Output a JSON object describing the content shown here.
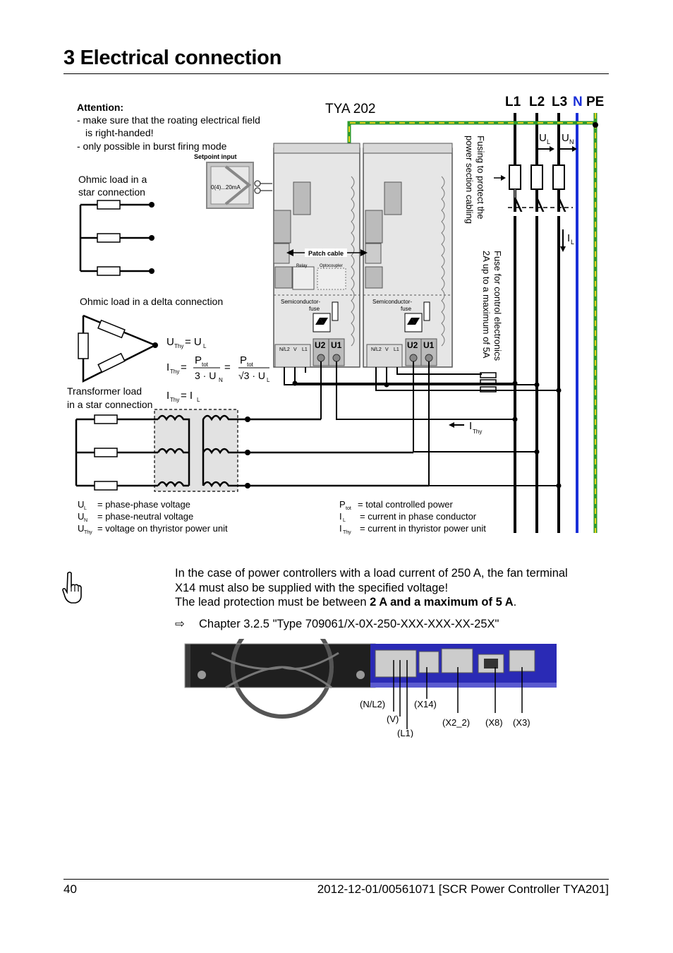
{
  "heading": "3 Electrical connection",
  "diagram": {
    "attention_title": "Attention:",
    "attention_line1": "- make sure that the roating electrical field",
    "attention_line2": "is right-handed!",
    "attention_line3": "- only possible in burst firing mode",
    "setpoint_input": "Setpoint input",
    "setpoint_range": "0(4)...20mA",
    "device_name": "TYA 202",
    "phase_l1": "L1",
    "phase_l2": "L2",
    "phase_l3": "L3",
    "phase_n": "N",
    "phase_pe": "PE",
    "ul_symbol": "U",
    "ul_sub": "L",
    "un_symbol": "U",
    "un_sub": "N",
    "il_symbol": "I",
    "il_sub": "L",
    "fusing_line1": "Fusing to protect the",
    "fusing_line2": "power section cabling",
    "fuse_ctrl_line1": "Fuse for control electronics",
    "fuse_ctrl_line2": "2A up to a maximum of 5A",
    "star_line1": "Ohmic load in a",
    "star_line2": "star connection",
    "delta_label": "Ohmic load in a delta connection",
    "transformer_line1": "Transformer load",
    "transformer_line2": "in a star connection",
    "patch_cable": "Patch cable",
    "relay": "Relay",
    "optocoupler": "Optocoupler",
    "semiconductor_line1": "Semiconductor-",
    "semiconductor_line2": "fuse",
    "terminal_u2": "U2",
    "terminal_u1": "U1",
    "terminal_nl2": "N/L2",
    "terminal_v": "V",
    "terminal_l1": "L1",
    "ithy_symbol": "I",
    "ithy_sub": "Thy",
    "formula_uthy_sub": "Thy",
    "formula_ul": "= U",
    "formula_eq": "=",
    "formula_ptot": "P",
    "formula_tot_sub": "tot",
    "formula_den1": "3 · U",
    "formula_den2": "√3 · U",
    "formula_n_sub": "N",
    "formula_l_sub": "L",
    "formula_ithy_il": "= I",
    "legend_ul": "= phase-phase voltage",
    "legend_un": "= phase-neutral voltage",
    "legend_uthy": "= voltage on thyristor power unit",
    "legend_ptot": "= total controlled power",
    "legend_il": "= current in phase conductor",
    "legend_ithy": "= current in thyristor power unit"
  },
  "note_line1": "In the case of power controllers with a load current of 250 A, the fan terminal",
  "note_line2": "X14 must also be supplied with the specified voltage!",
  "note_line3_prefix": "The lead protection must be between ",
  "note_line3_bold": "2 A and a maximum of 5 A",
  "note_line3_suffix": ".",
  "xref_arrow": "⇨",
  "xref_text": "Chapter 3.2.5 \"Type 709061/X-0X-250-XXX-XXX-XX-25X\"",
  "photo_labels": {
    "nl2": "(N/L2)",
    "v": "(V)",
    "l1": "(L1)",
    "x14": "(X14)",
    "x2_2": "(X2_2)",
    "x8": "(X8)",
    "x3": "(X3)"
  },
  "footer_page": "40",
  "footer_doc": "2012-12-01/00561071 [SCR Power Controller TYA201]"
}
